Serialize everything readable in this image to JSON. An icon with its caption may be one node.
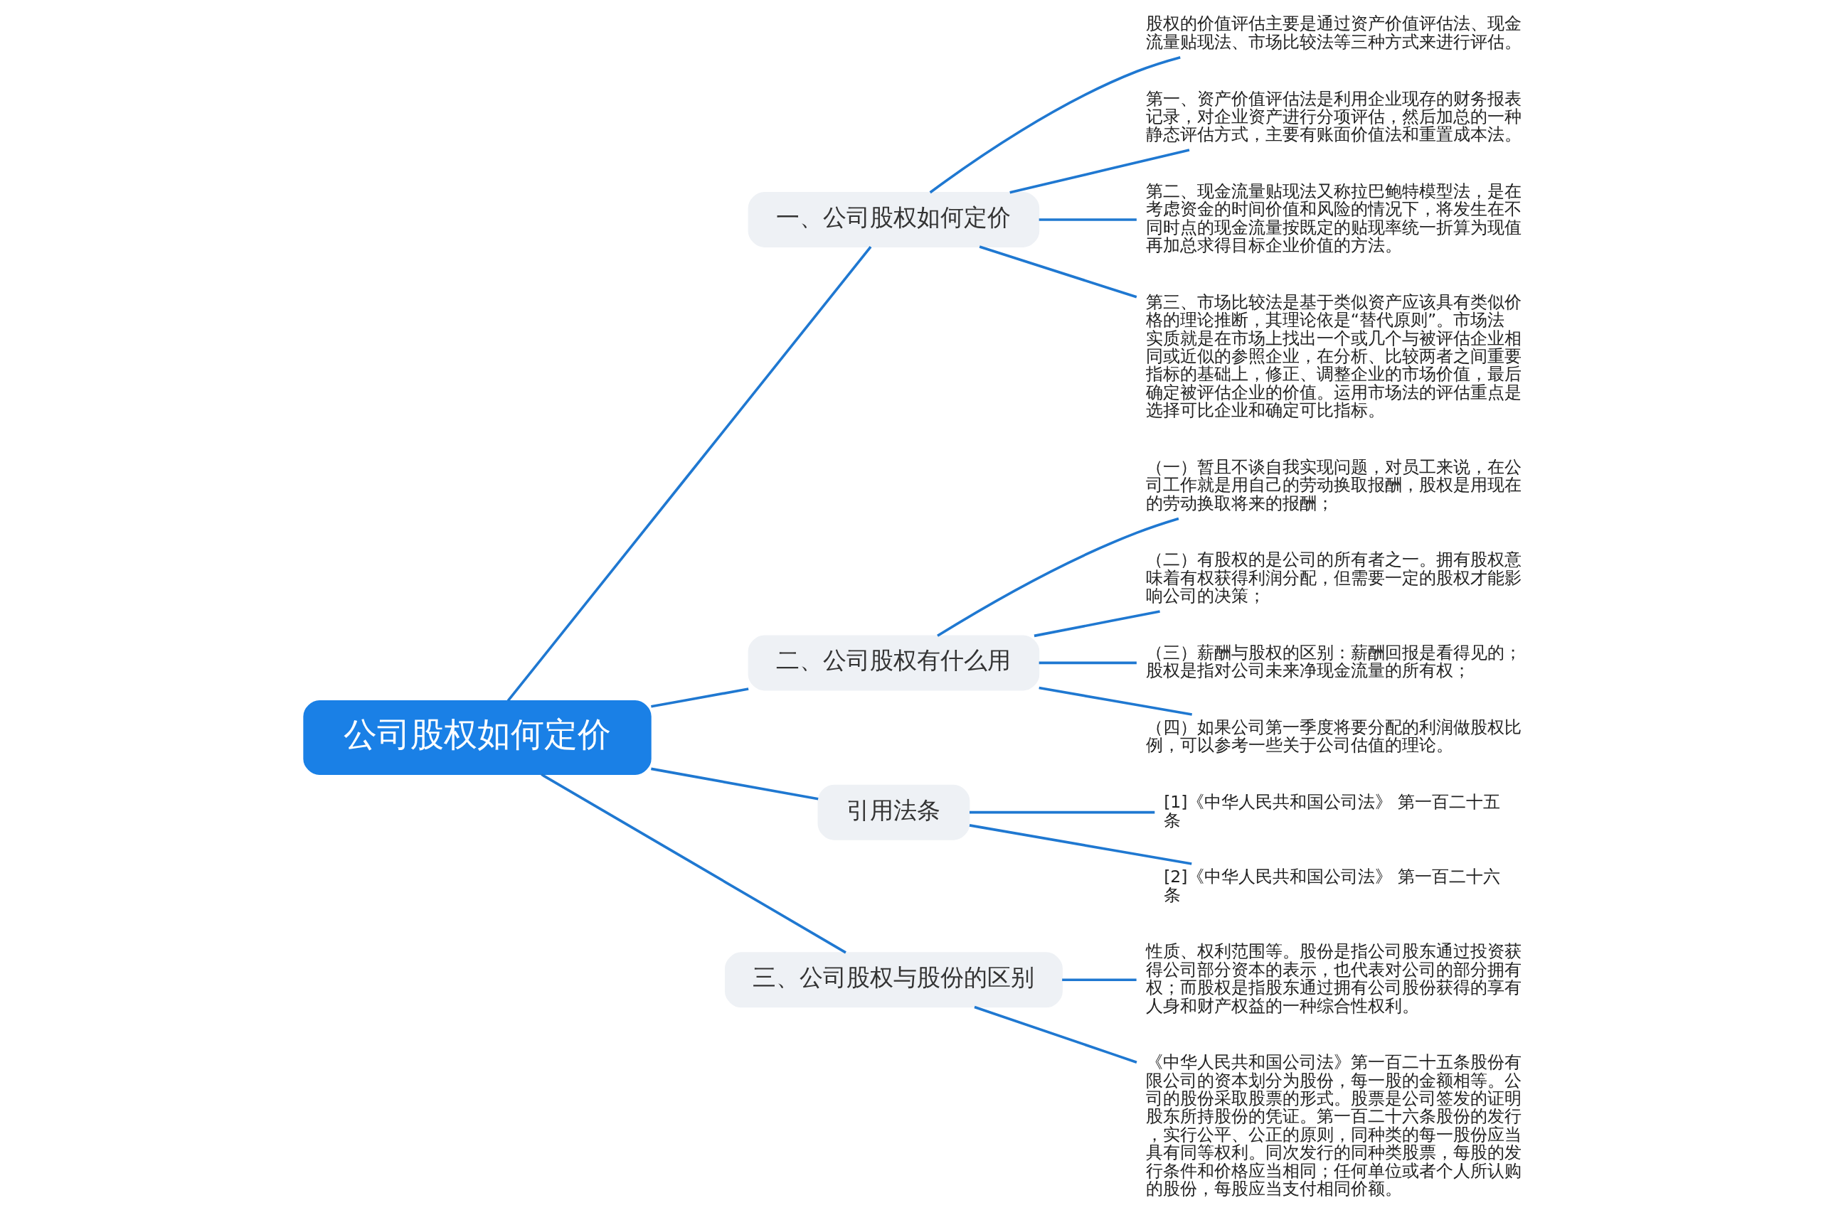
{
  "diagram": {
    "nodes": [
      {
        "text": [
          "公司股权如何定价"
        ]
      },
      {
        "text": [
          "一、公司股权如何定价"
        ]
      },
      {
        "text": [
          "股权的价值评估主要是通过资产价值评估法、现金流量贴现法、市场比较法等三种方式来进行评估。"
        ]
      },
      {
        "text": [
          "第一、资产价值评估法是利用企业现存的财务报表记录，对企业资产进行分项评估，然后加总的一种静态评估方式，主要有账面价值法和重置成本法。"
        ]
      },
      {
        "text": [
          "第二、现金流量贴现法又称拉巴鲍特模型法，是在考虑资金的时间价值和风险的情况下，将发生在不同时点的现金流量按既定的贴现率统一折算为现值再加总求得目标企业价值的方法。"
        ]
      },
      {
        "text": [
          "第三、市场比较法是基于类似资产应该具有类似价格的理论推断，其理论依是“替代原则”。市场法实质就是在市场上找出一个或几个与被评估企业相同或近似的参照企业，在分析、比较两者之间重要指标的基础上，修正、调整企业的市场价值，最后确定被评估企业的价值。运用市场法的评估重点是选择可比企业和确定可比指标。"
        ]
      },
      {
        "text": [
          "二、公司股权有什么用"
        ]
      },
      {
        "text": [
          "（一）暂且不谈自我实现问题，对员工来说，在公司工作就是用自己的劳动换取报酬，股权是用现在的劳动换取将来的报酬；"
        ]
      },
      {
        "text": [
          "（二）有股权的是公司的所有者之一。拥有股权意味着有权获得利润分配，但需要一定的股权才能影响公司的决策；"
        ]
      },
      {
        "text": [
          "（三）薪酬与股权的区别：薪酬回报是看得见的；股权是指对公司未来净现金流量的所有权；"
        ]
      },
      {
        "text": [
          "（四）如果公司第一季度将要分配的利润做股权比例，可以参考一些关于公司估值的理论。"
        ]
      },
      {
        "text": [
          "引用法条"
        ]
      },
      {
        "text": [
          "[1]《中华人民共和国公司法》 第一百二十五条"
        ]
      },
      {
        "text": [
          "[2]《中华人民共和国公司法》 第一百二十六条"
        ]
      },
      {
        "text": [
          "三、公司股权与股份的区别"
        ]
      },
      {
        "text": [
          "性质、权利范围等。股份是指公司股东通过投资获得公司部分资本的表示，也代表对公司的部分拥有权；而股权是指股东通过拥有公司股份获得的享有人身和财产权益的一种综合性权利。"
        ]
      },
      {
        "text": [
          "《中华人民共和国公司法》第一百二十五条股份有限公司的资本划分为股份，每一股的金额相等。公司的股份采取股票的形式。股票是公司签发的证明股东所持股份的凭证。第一百二十六条股份的发行，实行公平、公正的原则，同种类的每一股份应当具有同等权利。同次发行的同种类股票，每股的发行条件和价格应当相同；任何单位或者个人所认购的股份，每股应当支付相同价额。"
        ]
      }
    ],
    "edges": [
      {
        "from": 0,
        "to": 1,
        "arrow": "none"
      },
      {
        "from": 1,
        "to": 2,
        "arrow": "none"
      },
      {
        "from": 1,
        "to": 3,
        "arrow": "none"
      },
      {
        "from": 1,
        "to": 4,
        "arrow": "none"
      },
      {
        "from": 1,
        "to": 5,
        "arrow": "none"
      },
      {
        "from": 0,
        "to": 6,
        "arrow": "none"
      },
      {
        "from": 6,
        "to": 7,
        "arrow": "none"
      },
      {
        "from": 6,
        "to": 8,
        "arrow": "none"
      },
      {
        "from": 6,
        "to": 9,
        "arrow": "none"
      },
      {
        "from": 6,
        "to": 10,
        "arrow": "none"
      },
      {
        "from": 0,
        "to": 11,
        "arrow": "none"
      },
      {
        "from": 11,
        "to": 12,
        "arrow": "none"
      },
      {
        "from": 11,
        "to": 13,
        "arrow": "none"
      },
      {
        "from": 0,
        "to": 14,
        "arrow": "none"
      },
      {
        "from": 14,
        "to": 15,
        "arrow": "none"
      },
      {
        "from": 14,
        "to": 16,
        "arrow": "none"
      }
    ]
  }
}
